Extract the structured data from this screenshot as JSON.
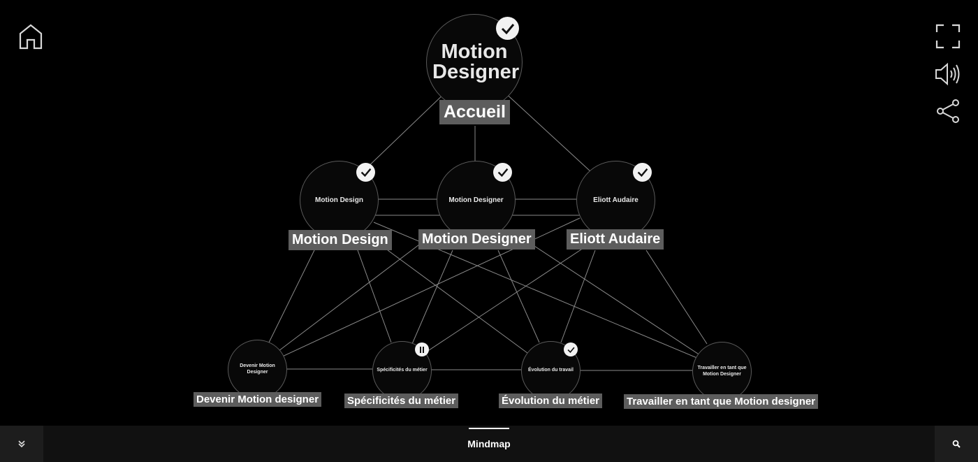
{
  "center_node": {
    "title": "Motion Designer",
    "tag": "Accueil"
  },
  "level1": [
    {
      "inner": "Motion Design",
      "tag": "Motion Design"
    },
    {
      "inner": "Motion Designer",
      "tag": "Motion Designer"
    },
    {
      "inner": "Eliott Audaire",
      "tag": "Eliott Audaire"
    }
  ],
  "level2": [
    {
      "inner": "Devenir Motion Designer",
      "tag": "Devenir Motion designer"
    },
    {
      "inner": "Spécificités du métier",
      "tag": "Spécificités du métier"
    },
    {
      "inner": "Évolution du travail",
      "tag": "Évolution du métier"
    },
    {
      "inner": "Travailler en tant que Motion Designer",
      "tag": "Travailler en tant que Motion designer"
    }
  ],
  "bottom_bar": {
    "tab_label": "Mindmap"
  },
  "icons": {
    "home": "home-icon",
    "fullscreen": "fullscreen-icon",
    "sound": "sound-icon",
    "share": "share-icon",
    "collapse": "chevrons-down-icon",
    "search": "search-icon",
    "visited": "check-icon",
    "paused": "pause-icon"
  },
  "colors": {
    "background": "#000000",
    "tag_bg": "#5d5d5d",
    "node_border": "#5a5a5a",
    "bar": "#111111"
  }
}
